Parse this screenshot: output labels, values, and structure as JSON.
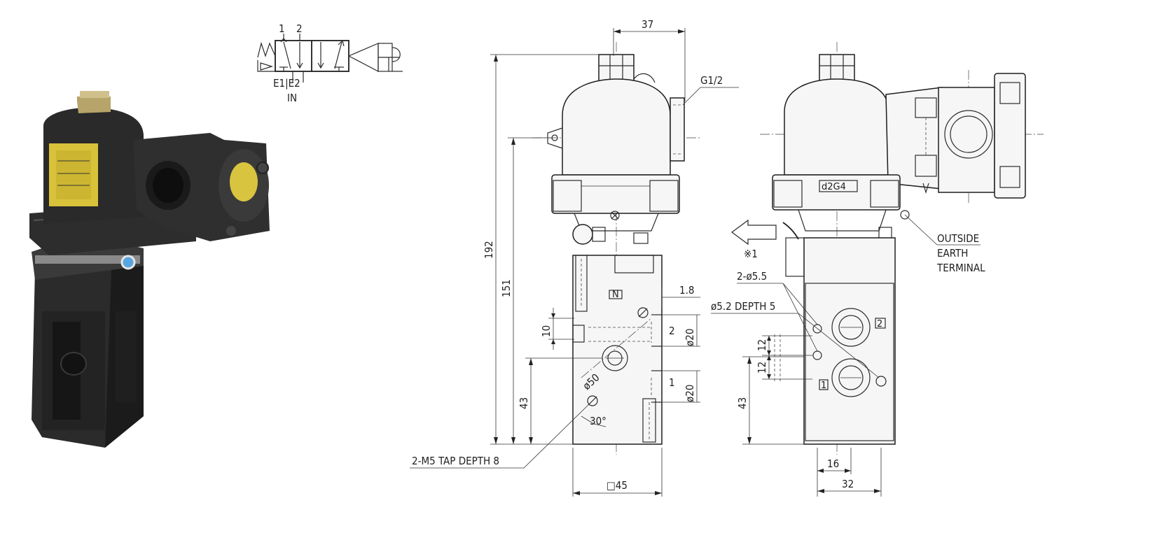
{
  "symbol": {
    "port_1": "1",
    "port_2": "2",
    "exhaust_ports": "E1|E2",
    "inlet": "IN"
  },
  "front_view": {
    "dim_top_width": "37",
    "port_thread": "G1/2",
    "dim_total_height": "192",
    "dim_height_2": "151",
    "dim_base_height": "43",
    "dim_gap": "1.8",
    "dim_10": "10",
    "dim_port2_dia": "ø20",
    "dim_port1_dia": "ø20",
    "port_2_label": "2",
    "port_1_label": "1",
    "pcd": "ø50",
    "angle": "30°",
    "tap_note": "2-M5 TAP DEPTH 8",
    "dim_square": "□45"
  },
  "side_view": {
    "nameplate": "d2G4",
    "note_mark": "※1",
    "earth_line1": "OUTSIDE",
    "earth_line2": "EARTH",
    "earth_line3": "TERMINAL",
    "holes": "2-ø5.5",
    "depth_note": "ø5.2 DEPTH 5",
    "dim_12a": "12",
    "dim_12b": "12",
    "dim_43": "43",
    "dim_16": "16",
    "dim_32": "32",
    "port_2_tag": "2",
    "port_1_tag": "1"
  },
  "colors": {
    "ink": "#1e1e1e",
    "photo_body": "#2a2a2a",
    "photo_label": "#d8c23a"
  }
}
